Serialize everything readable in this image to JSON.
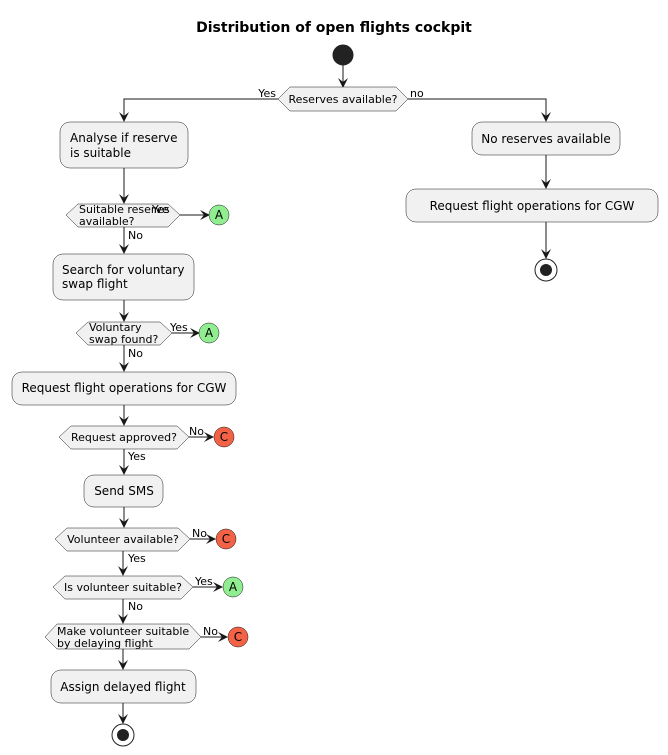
{
  "title": "Distribution of open flights cockpit",
  "decisions": {
    "reserves": {
      "label": "Reserves available?",
      "yes": "Yes",
      "no": "no"
    },
    "suitable_reserve": {
      "line1": "Suitable reserve",
      "line2": "available?",
      "yes": "Yes",
      "no": "No"
    },
    "voluntary_swap": {
      "line1": "Voluntary",
      "line2": "swap found?",
      "yes": "Yes",
      "no": "No"
    },
    "request_approved": {
      "label": "Request approved?",
      "no": "No",
      "yes": "Yes"
    },
    "volunteer_available": {
      "label": "Volunteer available?",
      "no": "No",
      "yes": "Yes"
    },
    "volunteer_suitable": {
      "label": "Is volunteer suitable?",
      "yes": "Yes",
      "no": "No"
    },
    "delay_flight": {
      "line1": "Make volunteer suitable",
      "line2": "by delaying flight",
      "no": "No"
    }
  },
  "actions": {
    "analyse": {
      "line1": "Analyse if reserve",
      "line2": "is suitable"
    },
    "search_swap": {
      "line1": "Search for voluntary",
      "line2": "swap flight"
    },
    "request_cgw_left": "Request flight operations for CGW",
    "send_sms": "Send SMS",
    "assign_delayed": "Assign delayed flight",
    "no_reserves": "No reserves available",
    "request_cgw_right": "Request flight operations for CGW"
  },
  "connectors": {
    "a": "A",
    "c": "C"
  },
  "colors": {
    "connector_a": "#90ee90",
    "connector_c": "#f26247",
    "node_fill": "#f1f1f1",
    "stroke": "#181818"
  }
}
